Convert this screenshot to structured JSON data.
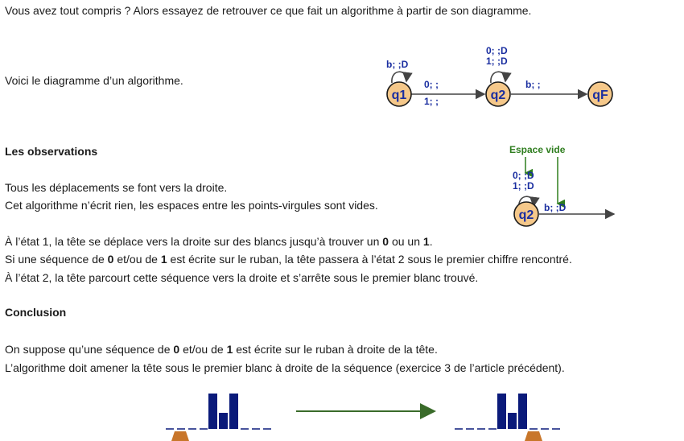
{
  "intro": "Vous avez tout compris ?  Alors essayez de retrouver ce que fait un algorithme à partir de son diagramme.",
  "diagram_caption": "Voici le diagramme d’un algorithme.",
  "diagram1": {
    "states": [
      "q1",
      "q2",
      "qF"
    ],
    "loop_q1": "b; ;D",
    "loop_q2_line1": "0;  ;D",
    "loop_q2_line2": "1;  ;D",
    "q1_q2_top": "0; ;",
    "q1_q2_bottom": "1; ;",
    "q2_qF": "b; ;"
  },
  "diagram2": {
    "annotation": "Espace vide",
    "state": "q2",
    "loop_line1": "0; ;D",
    "loop_line2": "1;  ;D",
    "exit": "b; ;D"
  },
  "observations": {
    "heading": "Les observations",
    "line1": "Tous les déplacements se font vers la droite.",
    "line2": "Cet algorithme n’écrit rien, les espaces entre les points-virgules sont vides.",
    "line3_a": "À l’état 1, la tête se déplace vers la droite sur des blancs jusqu’à trouver un ",
    "line3_b": "0",
    "line3_c": " ou un ",
    "line3_d": "1",
    "line3_e": ".",
    "line4_a": "Si une séquence de ",
    "line4_b": "0",
    "line4_c": " et/ou de ",
    "line4_d": "1",
    "line4_e": " est écrite sur le ruban, la tête passera à l’état 2 sous le premier chiffre rencontré.",
    "line5": "À l’état 2, la tête parcourt cette séquence vers la droite et s’arrête sous le premier blanc trouvé."
  },
  "conclusion": {
    "heading": "Conclusion",
    "line1_a": "On suppose qu’une séquence de ",
    "line1_b": "0",
    "line1_c": " et/ou de ",
    "line1_d": "1",
    "line1_e": " est écrite sur le ruban à droite de la tête.",
    "line2": "L’algorithme doit amener la tête sous le premier blanc à droite de la séquence (exercice 3 de l’article précédent)."
  },
  "colors": {
    "state_fill": "#f5c88a",
    "state_stroke": "#1a1a1a",
    "label": "#1a2ea0",
    "annotation": "#2e7d1e",
    "tape_bar": "#0a1a7a",
    "head": "#c8762a"
  }
}
